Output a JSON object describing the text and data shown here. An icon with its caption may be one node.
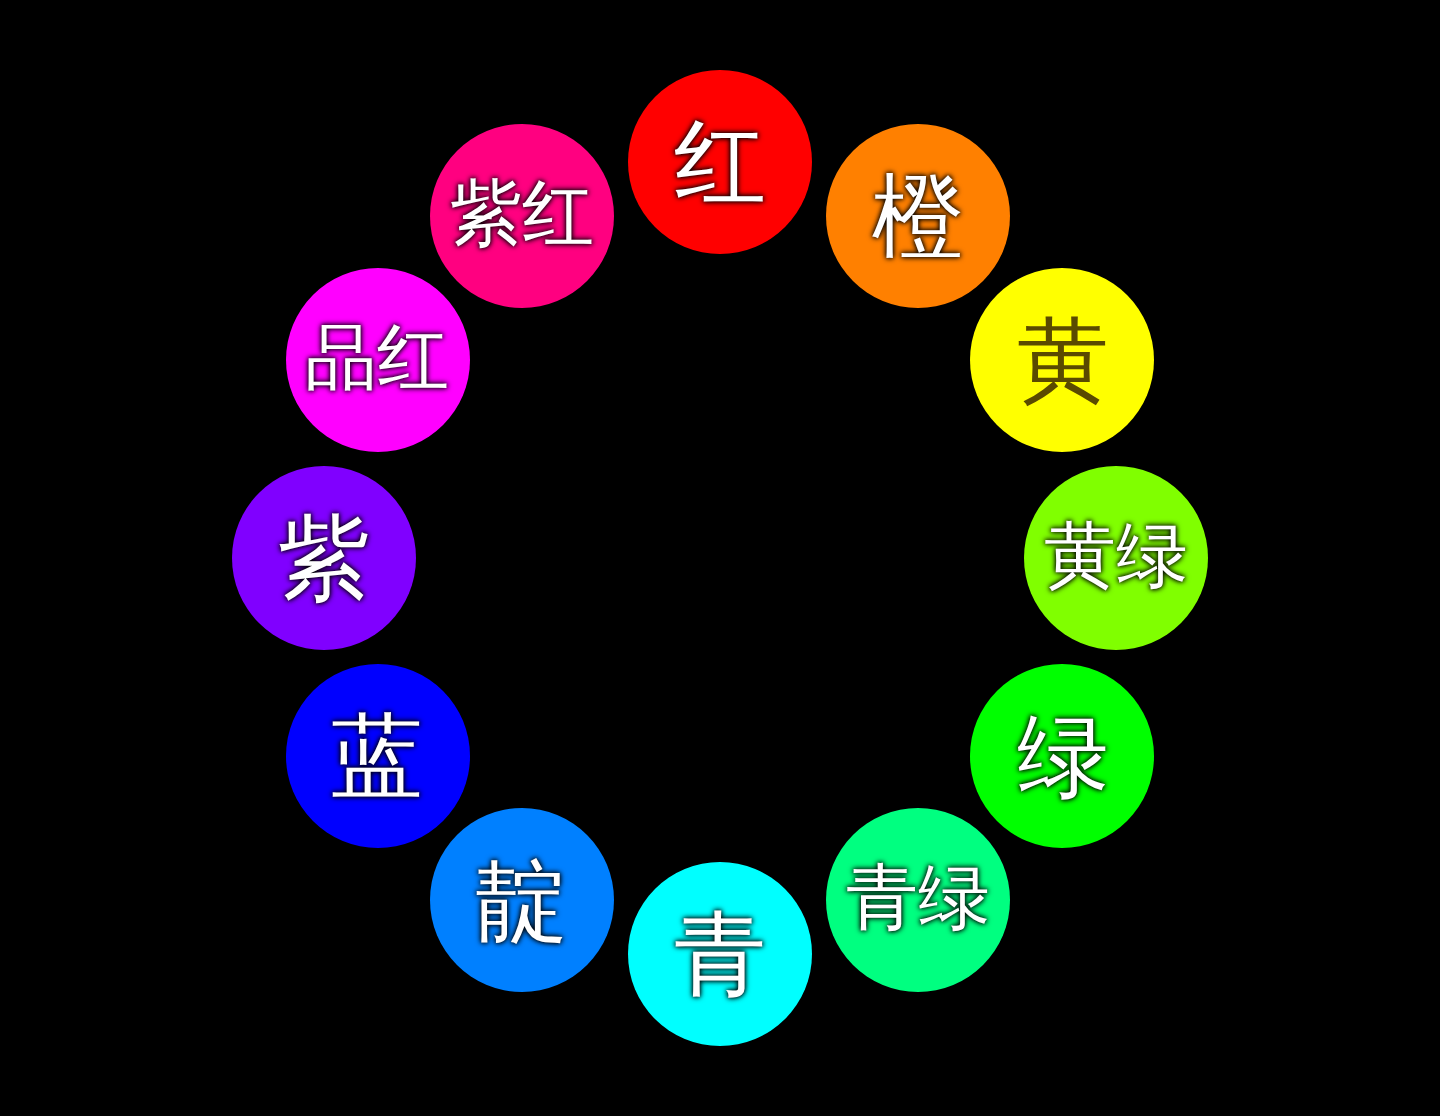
{
  "diagram": {
    "nodes": [
      {
        "text": [
          "红"
        ]
      },
      {
        "text": [
          "橙"
        ]
      },
      {
        "text": [
          "黄"
        ]
      },
      {
        "text": [
          "黄绿"
        ]
      },
      {
        "text": [
          "绿"
        ]
      },
      {
        "text": [
          "青绿"
        ]
      },
      {
        "text": [
          "青"
        ]
      },
      {
        "text": [
          "靛"
        ]
      },
      {
        "text": [
          "蓝"
        ]
      },
      {
        "text": [
          "紫"
        ]
      },
      {
        "text": [
          "品红"
        ]
      },
      {
        "text": [
          "紫红"
        ]
      }
    ]
  }
}
